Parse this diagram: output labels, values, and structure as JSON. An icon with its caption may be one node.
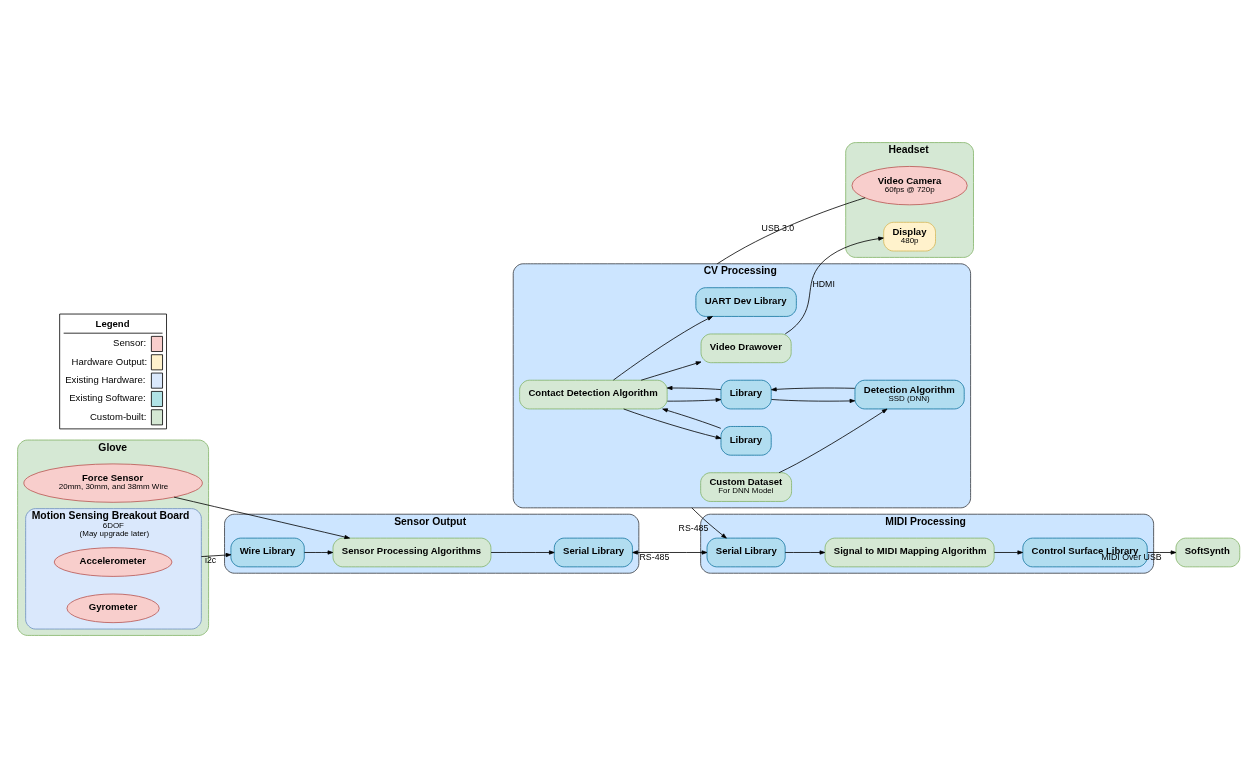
{
  "diagram": {
    "nodes": [
      {
        "text": [
          "Headset"
        ]
      },
      {
        "text": [
          "Display",
          "480p"
        ],
        "in": 0
      },
      {
        "text": [
          "Video Camera",
          "60fps @ 720p"
        ],
        "in": 0
      },
      {
        "text": [
          "CV Processing"
        ]
      },
      {
        "text": [
          "Contact Detection Algorithm"
        ],
        "in": 3
      },
      {
        "text": [
          "Library"
        ],
        "in": 3
      },
      {
        "text": [
          "Library"
        ],
        "in": 3
      },
      {
        "text": [
          "Detection Algorithm",
          "SSD (DNN)"
        ],
        "in": 3
      },
      {
        "text": [
          "Custom Dataset",
          "For DNN Model"
        ],
        "in": 3
      },
      {
        "text": [
          "Video Drawover"
        ],
        "in": 3
      },
      {
        "text": [
          "UART Dev Library"
        ],
        "in": 3
      },
      {
        "text": [
          "Glove"
        ]
      },
      {
        "text": [
          "Force Sensor",
          "20mm, 30mm, and 38mm Wire"
        ],
        "in": 11
      },
      {
        "text": [
          "Motion Sensing Breakout Board",
          "6DOF",
          "(May upgrade later)"
        ],
        "in": 11
      },
      {
        "text": [
          "Accelerometer"
        ],
        "in": 13
      },
      {
        "text": [
          "Gyrometer"
        ],
        "in": 13
      },
      {
        "text": [
          "Sensor Output"
        ]
      },
      {
        "text": [
          "Serial Library"
        ],
        "in": 16
      },
      {
        "text": [
          "Sensor Processing Algorithms"
        ],
        "in": 16
      },
      {
        "text": [
          "Wire Library"
        ],
        "in": 16
      },
      {
        "text": [
          "MIDI Processing"
        ]
      },
      {
        "text": [
          "Serial Library"
        ],
        "in": 20
      },
      {
        "text": [
          "Signal to MIDI Mapping Algorithm"
        ],
        "in": 20
      },
      {
        "text": [
          "Control Surface Library"
        ],
        "in": 20
      },
      {
        "text": [
          "SoftSynth"
        ]
      }
    ],
    "edges": [
      {
        "from": 9,
        "to": 1,
        "arrow": "to",
        "label": "HDMI"
      },
      {
        "from": 2,
        "to": 3,
        "arrow": "none",
        "label": "USB 3.0"
      },
      {
        "from": 4,
        "to": 5,
        "arrow": "to"
      },
      {
        "from": 5,
        "to": 4,
        "arrow": "to"
      },
      {
        "from": 4,
        "to": 6,
        "arrow": "to"
      },
      {
        "from": 6,
        "to": 4,
        "arrow": "to"
      },
      {
        "from": 6,
        "to": 7,
        "arrow": "to"
      },
      {
        "from": 7,
        "to": 6,
        "arrow": "to"
      },
      {
        "from": 8,
        "to": 7,
        "arrow": "to"
      },
      {
        "from": 4,
        "to": 9,
        "arrow": "to"
      },
      {
        "from": 4,
        "to": 10,
        "arrow": "to"
      },
      {
        "from": 12,
        "to": 18,
        "arrow": "to"
      },
      {
        "from": 13,
        "to": 19,
        "arrow": "to",
        "label": "i2c"
      },
      {
        "from": 19,
        "to": 18,
        "arrow": "to"
      },
      {
        "from": 18,
        "to": 17,
        "arrow": "to"
      },
      {
        "from": 3,
        "to": 21,
        "arrow": "to",
        "label": "RS-485"
      },
      {
        "from": 17,
        "to": 21,
        "arrow": "both",
        "label": "RS-485"
      },
      {
        "from": 21,
        "to": 22,
        "arrow": "to"
      },
      {
        "from": 22,
        "to": 23,
        "arrow": "to"
      },
      {
        "from": 23,
        "to": 24,
        "arrow": "to",
        "label": "MIDI Over USB"
      }
    ],
    "labels": [
      "Legend"
    ],
    "legend": [
      {
        "text": "Sensor:",
        "color": "#f8cecc"
      },
      {
        "text": "Hardware Output:",
        "color": "#fff2cc"
      },
      {
        "text": "Existing Hardware:",
        "color": "#dae8fc"
      },
      {
        "text": "Existing Software:",
        "color": "#b0e3e6"
      },
      {
        "text": "Custom-built:",
        "color": "#d5e8d4"
      }
    ]
  }
}
